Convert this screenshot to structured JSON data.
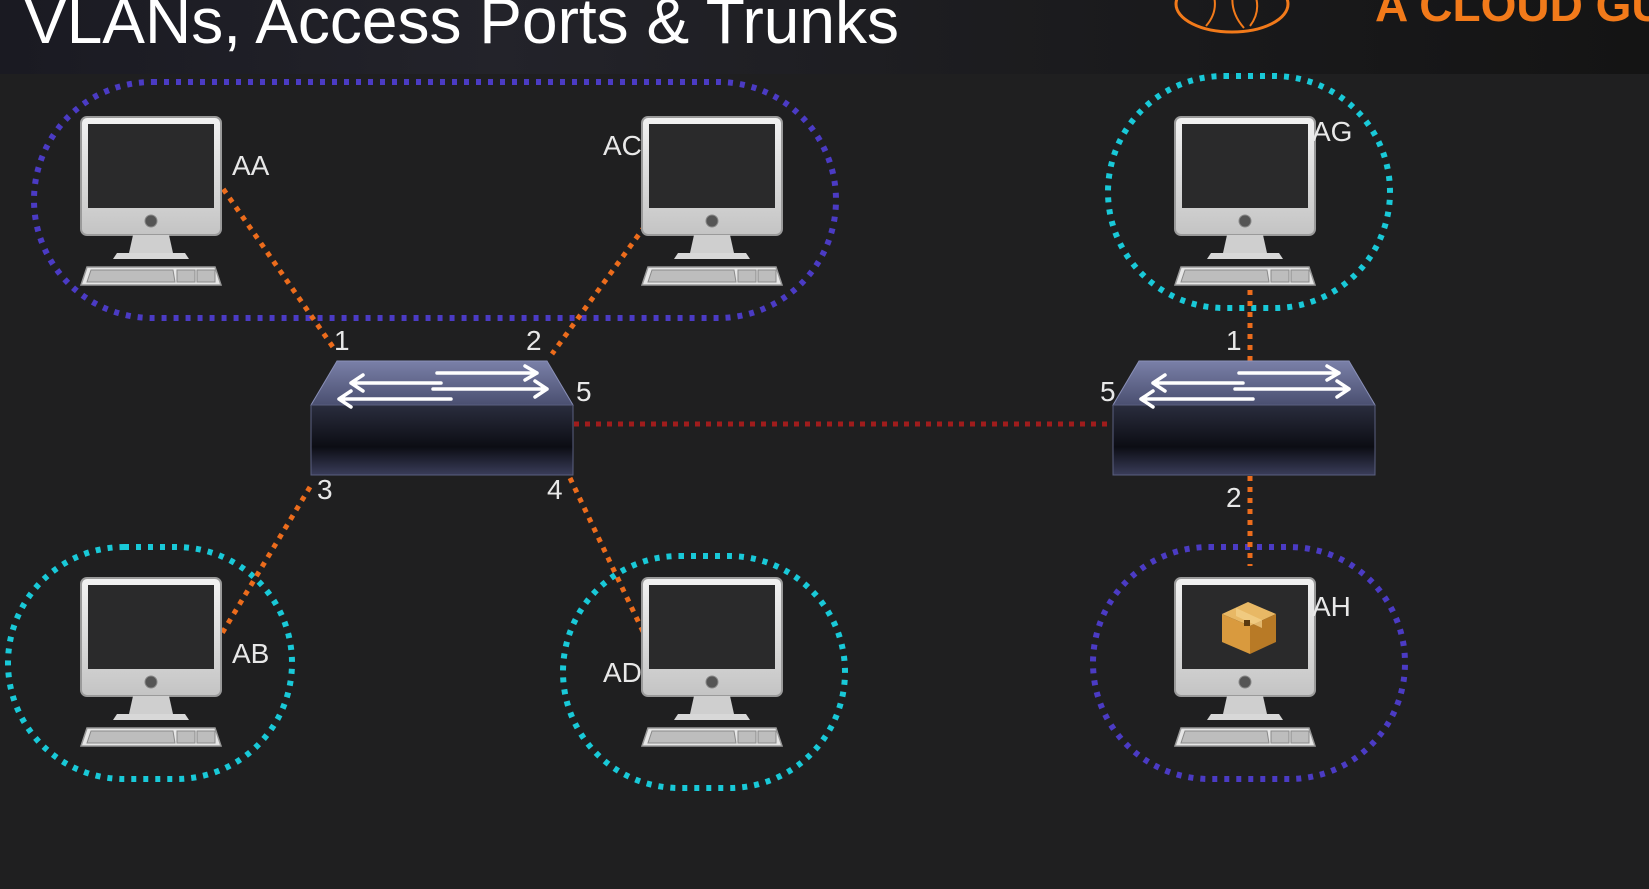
{
  "title": "VLANs, Access Ports & Trunks",
  "brand": "A CLOUD GU",
  "colors": {
    "vlan_purple": "#4b3bc4",
    "vlan_cyan": "#19c9d8",
    "access_link": "#ec6c1c",
    "trunk_link": "#a01c1c",
    "background": "#1f1f20"
  },
  "hosts": [
    {
      "id": "AA",
      "label": "AA"
    },
    {
      "id": "AB",
      "label": "AB"
    },
    {
      "id": "AC",
      "label": "AC"
    },
    {
      "id": "AD",
      "label": "AD"
    },
    {
      "id": "AG",
      "label": "AG"
    },
    {
      "id": "AH",
      "label": "AH"
    }
  ],
  "switches": [
    {
      "id": "switch-left",
      "ports": {
        "p1": "1",
        "p2": "2",
        "p3": "3",
        "p4": "4",
        "p5": "5"
      }
    },
    {
      "id": "switch-right",
      "ports": {
        "p1": "1",
        "p2": "2",
        "p5": "5"
      }
    }
  ]
}
